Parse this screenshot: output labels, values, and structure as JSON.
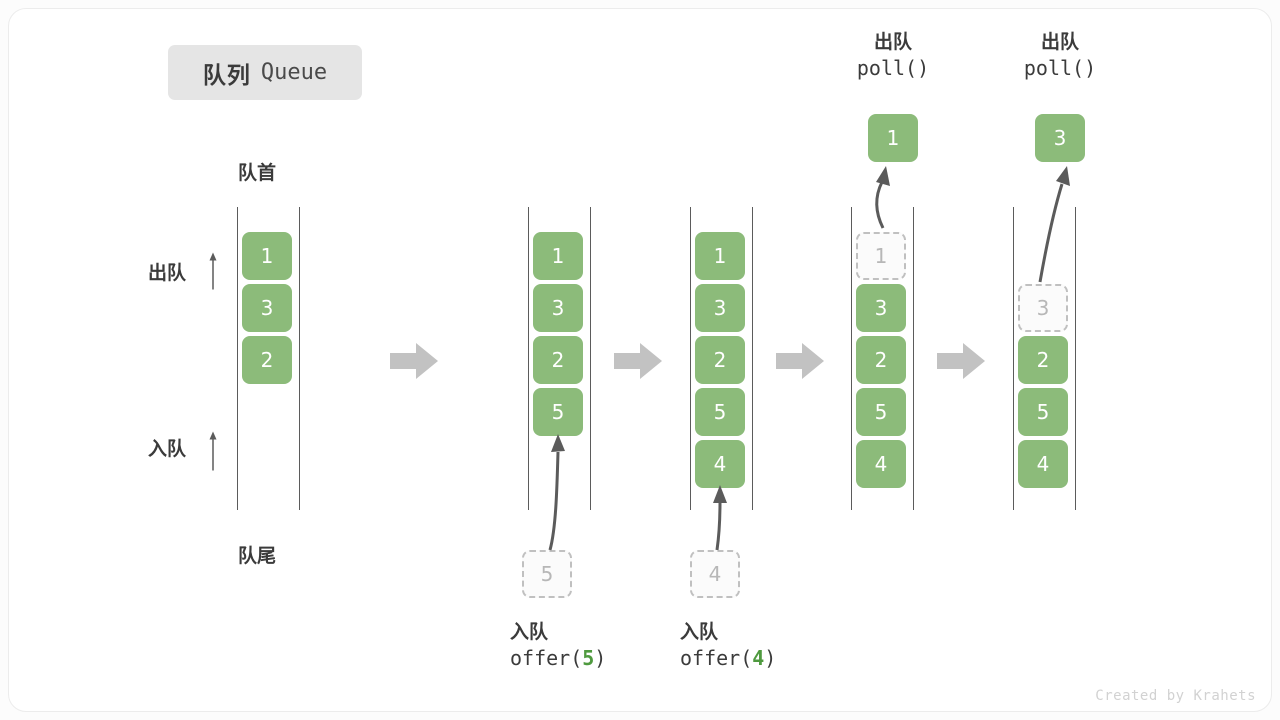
{
  "title": {
    "cn": "队列",
    "en": "Queue"
  },
  "labels": {
    "head": "队首",
    "tail": "队尾",
    "dequeue": "出队",
    "enqueue": "入队"
  },
  "colors": {
    "cell_fill": "#8cbb7a",
    "cell_text": "#ffffff",
    "ghost_border": "#c0c0c0",
    "ghost_text": "#b7b7b7",
    "rail": "#5b5b5b",
    "step_arrow": "#c2c2c2",
    "accent_green": "#4f9a3f",
    "chip_bg": "#e5e5e5",
    "text": "#3b3b3b"
  },
  "columns": [
    {
      "name": "state-initial",
      "cells": [
        {
          "value": "1",
          "state": "filled"
        },
        {
          "value": "3",
          "state": "filled"
        },
        {
          "value": "2",
          "state": "filled"
        }
      ]
    },
    {
      "name": "state-after-offer-5",
      "cells": [
        {
          "value": "1",
          "state": "filled"
        },
        {
          "value": "3",
          "state": "filled"
        },
        {
          "value": "2",
          "state": "filled"
        },
        {
          "value": "5",
          "state": "filled"
        }
      ]
    },
    {
      "name": "state-after-offer-4",
      "cells": [
        {
          "value": "1",
          "state": "filled"
        },
        {
          "value": "3",
          "state": "filled"
        },
        {
          "value": "2",
          "state": "filled"
        },
        {
          "value": "5",
          "state": "filled"
        },
        {
          "value": "4",
          "state": "filled"
        }
      ]
    },
    {
      "name": "state-poll-1",
      "cells": [
        {
          "value": "1",
          "state": "ghost"
        },
        {
          "value": "3",
          "state": "filled"
        },
        {
          "value": "2",
          "state": "filled"
        },
        {
          "value": "5",
          "state": "filled"
        },
        {
          "value": "4",
          "state": "filled"
        }
      ]
    },
    {
      "name": "state-poll-3",
      "cells": [
        {
          "value": "",
          "state": "empty"
        },
        {
          "value": "3",
          "state": "ghost"
        },
        {
          "value": "2",
          "state": "filled"
        },
        {
          "value": "5",
          "state": "filled"
        },
        {
          "value": "4",
          "state": "filled"
        }
      ]
    }
  ],
  "operations": {
    "offer_5": {
      "cn": "入队",
      "code_prefix": "offer(",
      "code_value": "5",
      "code_suffix": ")",
      "ghost_value": "5"
    },
    "offer_4": {
      "cn": "入队",
      "code_prefix": "offer(",
      "code_value": "4",
      "code_suffix": ")",
      "ghost_value": "4"
    },
    "poll_1": {
      "cn": "出队",
      "code": "poll()",
      "result_value": "1"
    },
    "poll_3": {
      "cn": "出队",
      "code": "poll()",
      "result_value": "3"
    }
  },
  "credit": "Created by Krahets"
}
